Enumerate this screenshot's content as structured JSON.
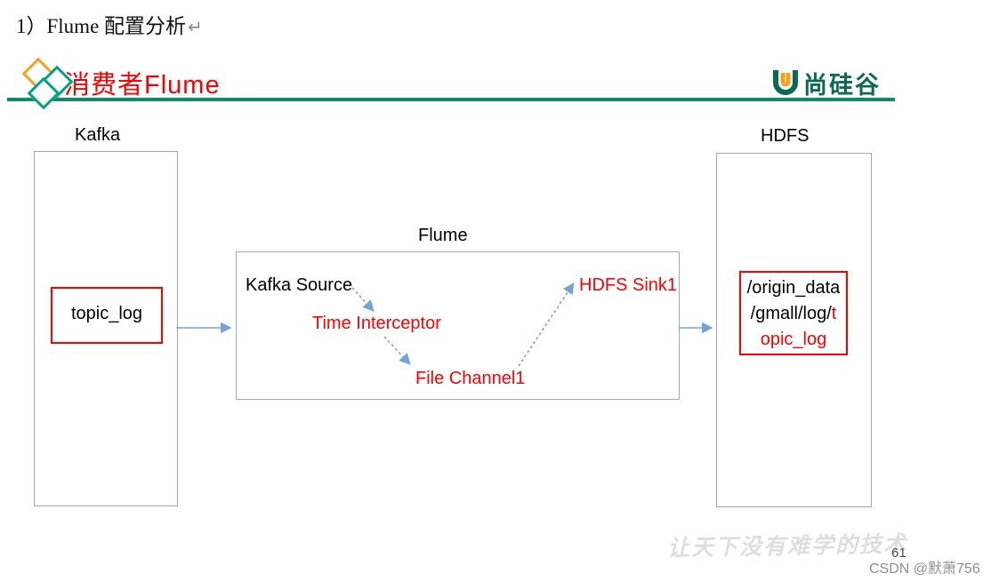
{
  "page": {
    "title": "1）Flume 配置分析",
    "return_mark": "↵"
  },
  "header": {
    "section_title": "消费者Flume",
    "brand_name": "尚硅谷"
  },
  "diagram": {
    "kafka": {
      "label": "Kafka",
      "topic": "topic_log"
    },
    "flume": {
      "label": "Flume",
      "source": "Kafka Source",
      "interceptor": "Time Interceptor",
      "channel": "File Channel1",
      "sink": "HDFS Sink1"
    },
    "hdfs": {
      "label": "HDFS",
      "path_line1": "/origin_data",
      "path_line2_black": "/gmall/log/",
      "path_line2_red": "t",
      "path_line3_red": "opic_log"
    }
  },
  "footer": {
    "watermark": "让天下没有难学的技术",
    "page_number": "61",
    "credit": "CSDN @默萧756"
  },
  "colors": {
    "accent_red": "#ff0000",
    "brand_green": "#108a6a",
    "brand_text_green": "#0a6b50",
    "diamond_orange": "#f6a21c",
    "diamond_teal": "#00a37e",
    "arrow_blue": "#74a3d9",
    "box_border_gray": "#a8a8a8",
    "logo_inner_orange": "#f6a21c"
  }
}
